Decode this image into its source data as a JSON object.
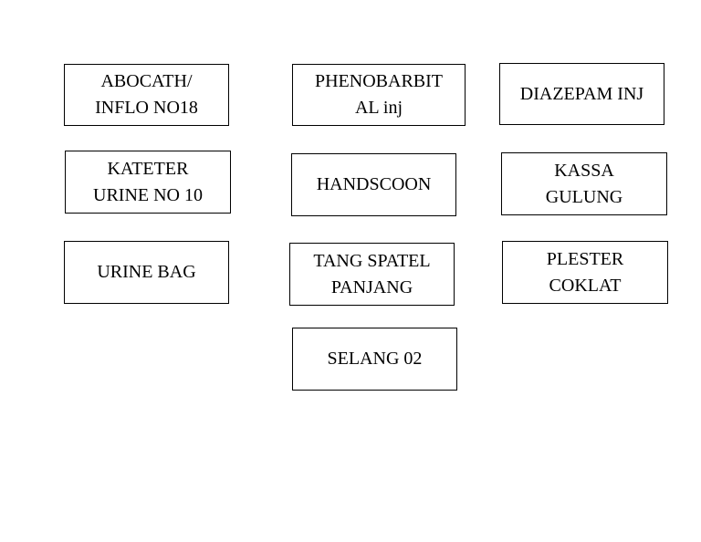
{
  "labels": [
    {
      "text": "ABOCATH/\nINFLO NO18"
    },
    {
      "text": "PHENOBARBIT\nAL inj"
    },
    {
      "text": "DIAZEPAM INJ"
    },
    {
      "text": "KATETER\nURINE NO 10"
    },
    {
      "text": "HANDSCOON"
    },
    {
      "text": "KASSA\nGULUNG"
    },
    {
      "text": "URINE BAG"
    },
    {
      "text": "TANG SPATEL\nPANJANG"
    },
    {
      "text": "PLESTER\nCOKLAT"
    },
    {
      "text": "SELANG 02"
    }
  ]
}
